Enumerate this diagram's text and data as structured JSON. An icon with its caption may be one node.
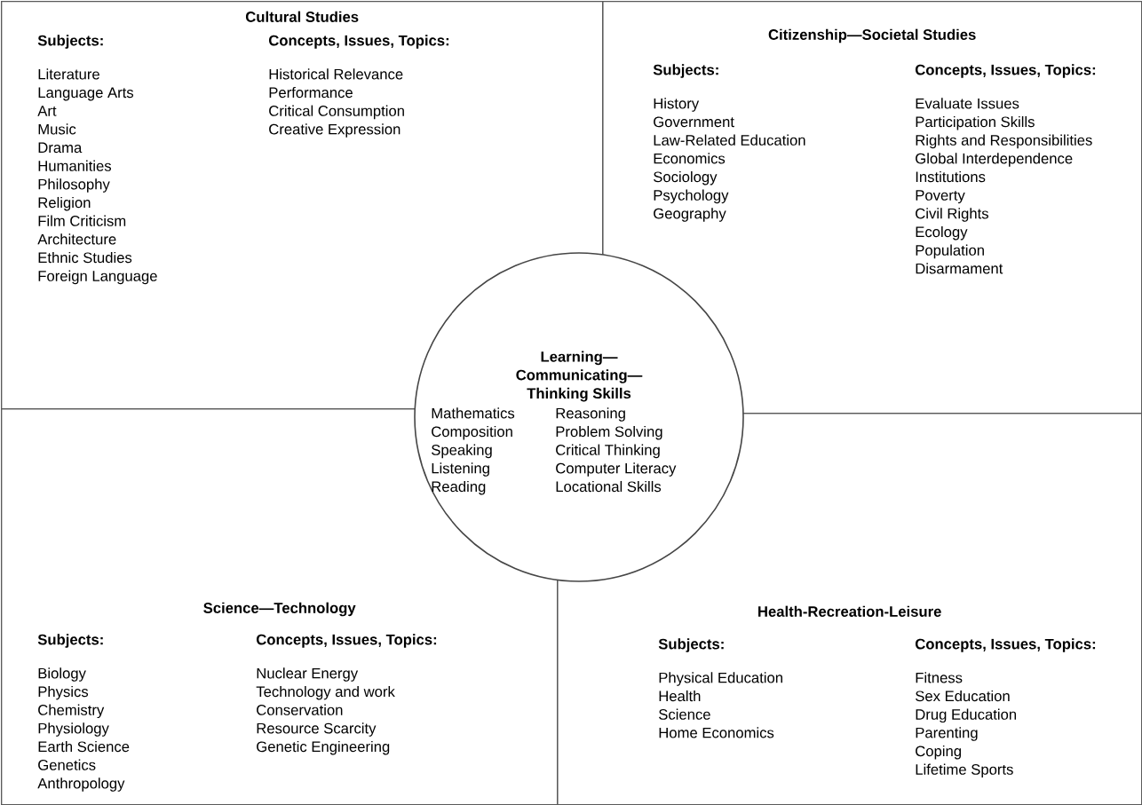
{
  "diagram": {
    "nodes": [
      {
        "text": [
          "Cultural Studies"
        ]
      },
      {
        "text": [
          "Subjects:",
          "Literature",
          "Language Arts",
          "Art",
          "Music",
          "Drama",
          "Humanities",
          "Philosophy",
          "Religion",
          "Film Criticism",
          "Architecture",
          "Ethnic Studies",
          "Foreign Language"
        ],
        "in": 0
      },
      {
        "text": [
          "Concepts, Issues, Topics:",
          "Historical Relevance",
          "Performance",
          "Critical Consumption",
          "Creative Expression"
        ],
        "in": 0
      },
      {
        "text": [
          "Citizenship—Societal Studies"
        ]
      },
      {
        "text": [
          "Subjects:",
          "History",
          "Government",
          "Law-Related Education",
          "Economics",
          "Sociology",
          "Psychology",
          "Geography"
        ],
        "in": 3
      },
      {
        "text": [
          "Concepts, Issues, Topics:",
          "Evaluate Issues",
          "Participation Skills",
          "Rights and Responsibilities",
          "Global Interdependence",
          "Institutions",
          "Poverty",
          "Civil Rights",
          "Ecology",
          "Population",
          "Disarmament"
        ],
        "in": 3
      },
      {
        "text": [
          "Learning— Communicating— Thinking Skills"
        ]
      },
      {
        "text": [
          "Mathematics",
          "Composition",
          "Speaking",
          "Listening",
          "Reading"
        ]
      },
      {
        "text": [
          "Reasoning",
          "Problem Solving",
          "Critical Thinking",
          "Computer Literacy",
          "Locational Skills"
        ]
      },
      {
        "text": [
          "Science—Technology"
        ]
      },
      {
        "text": [
          "Subjects:",
          "Biology",
          "Physics",
          "Chemistry",
          "Physiology",
          "Earth Science",
          "Genetics",
          "Anthropology"
        ],
        "in": 9
      },
      {
        "text": [
          "Concepts, Issues, Topics:",
          "Nuclear Energy",
          "Technology and work",
          "Conservation",
          "Resource Scarcity",
          "Genetic Engineering"
        ],
        "in": 9
      },
      {
        "text": [
          "Health-Recreation-Leisure"
        ]
      },
      {
        "text": [
          "Subjects:",
          "Physical Education",
          "Health",
          "Science",
          "Home Economics"
        ],
        "in": 12
      },
      {
        "text": [
          "Concepts, Issues, Topics:",
          "Fitness",
          "Sex Education",
          "Drug Education",
          "Parenting",
          "Coping",
          "Lifetime Sports"
        ],
        "in": 12
      }
    ]
  }
}
